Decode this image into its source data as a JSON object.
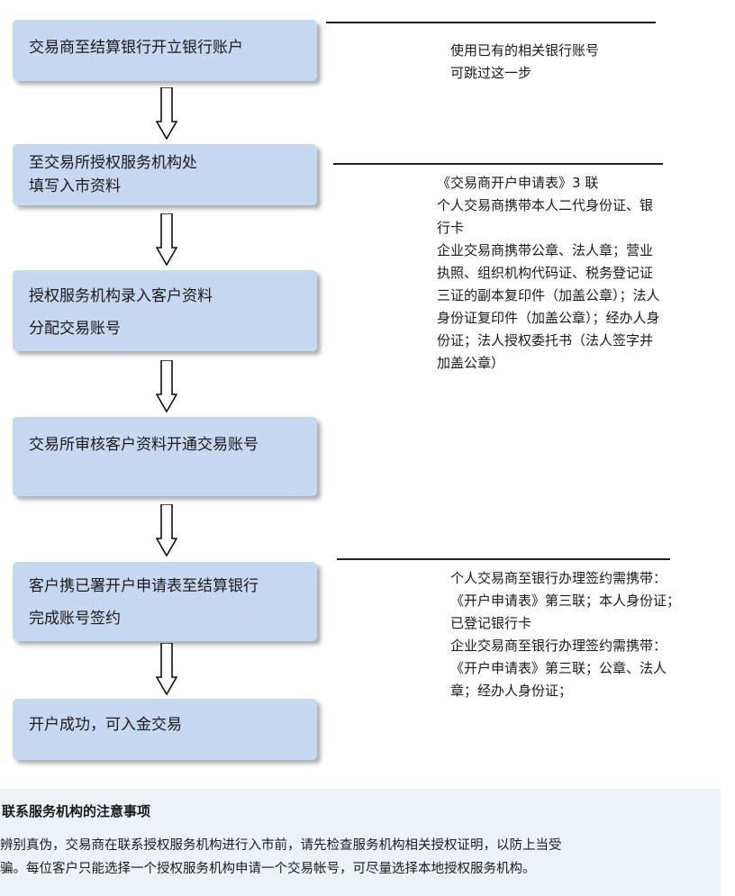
{
  "steps": [
    {
      "lines": [
        "交易商至结算银行开立银行账户"
      ]
    },
    {
      "lines": [
        "至交易所授权服务机构处",
        "填写入市资料"
      ]
    },
    {
      "lines": [
        "授权服务机构录入客户资料",
        "分配交易账号"
      ]
    },
    {
      "lines": [
        "交易所审核客户资料开通交易账号"
      ]
    },
    {
      "lines": [
        "客户携已署开户申请表至结算银行",
        "完成账号签约"
      ]
    },
    {
      "lines": [
        "开户成功，可入金交易"
      ]
    }
  ],
  "notes": [
    {
      "lines": [
        "使用已有的相关银行账号",
        "可跳过这一步"
      ]
    },
    {
      "lines": [
        "《交易商开户申请表》3 联",
        "个人交易商携带本人二代身份证、银",
        "行卡",
        "企业交易商携带公章、法人章；营业",
        "执照、组织机构代码证、税务登记证",
        "三证的副本复印件（加盖公章）；法人",
        "身份证复印件（加盖公章）；经办人身",
        "份证；法人授权委托书（法人签字并",
        "加盖公章）"
      ]
    },
    {
      "lines": [
        "个人交易商至银行办理签约需携带：",
        "《开户申请表》第三联；本人身份证；",
        "已登记银行卡",
        "企业交易商至银行办理签约需携带：",
        "《开户申请表》第三联；公章、法人",
        "章；经办人身份证；"
      ]
    }
  ],
  "footer": {
    "title": "联系服务机构的注意事项",
    "lines": [
      "辨别真伪，交易商在联系授权服务机构进行入市前，请先检查服务机构相关授权证明，以防上当受",
      "骗。每位客户只能选择一个授权服务机构申请一个交易帐号，可尽量选择本地授权服务机构。"
    ]
  }
}
